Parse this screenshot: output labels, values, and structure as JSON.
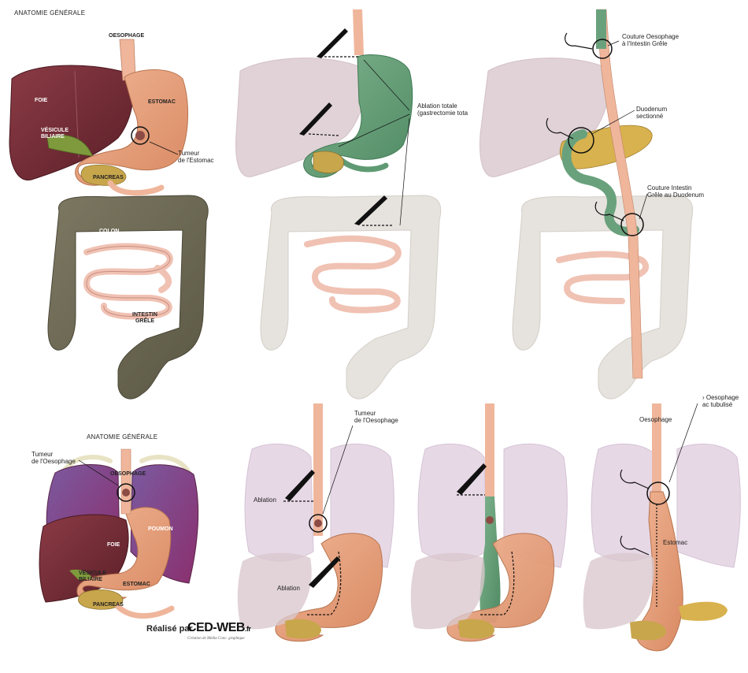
{
  "panels": {
    "top_left": {
      "title": "ANATOMIE GÉNÉRALE",
      "labels": {
        "oesophage": "OESOPHAGE",
        "foie": "FOIE",
        "estomac": "ESTOMAC",
        "vesicule": "VÉSICULE\nBILIAIRE",
        "tumeur": "Tumeur\nde l'Estomac",
        "pancreas": "PANCREAS",
        "colon": "COLON",
        "intestin": "INTESTIN\nGRÊLE"
      }
    },
    "top_middle": {
      "labels": {
        "ablation": "Ablation totale\n(gastrectomie tota"
      }
    },
    "top_right": {
      "labels": {
        "couture_oeso": "Couture Oesophage\nà l'Intestin Grêle",
        "duodenum": "Duodenum\nsectionné",
        "couture_intestin": "Couture Intestin\nGrêle au Duodenum"
      }
    },
    "bottom_1": {
      "title": "ANATOMIE GÉNÉRALE",
      "labels": {
        "tumeur": "Tumeur\nde l'Oesophage",
        "oesophage": "OESOPHAGE",
        "foie": "FOIE",
        "poumon": "POUMON",
        "vesicule": "VÉSICULE\nBILIAIRE",
        "estomac": "ESTOMAC",
        "pancreas": "PANCREAS"
      }
    },
    "bottom_2": {
      "labels": {
        "tumeur": "Tumeur\nde l'Oesophage",
        "ablation1": "Ablation",
        "ablation2": "Ablation"
      }
    },
    "bottom_4": {
      "labels": {
        "top_note": "› Oesophage\nac tubulisé",
        "oesophage": "Oesophage",
        "estomac": "Estomac"
      }
    }
  },
  "credit": {
    "prefix": "Réalisé par",
    "brand": "CED-WEB",
    "brand_suffix": ".fr",
    "tagline": "Création de Média Conc. graphique"
  },
  "colors": {
    "liver": "#7a2f3a",
    "stomach": "#e9a27f",
    "esophagus": "#f0b79c",
    "colon": "#6e6a55",
    "intestine": "#f3c4b6",
    "pancreas": "#c9a94f",
    "lung": "#8a3e73",
    "removed_green": "#5f9a73",
    "faded": "#d9c9d2"
  }
}
